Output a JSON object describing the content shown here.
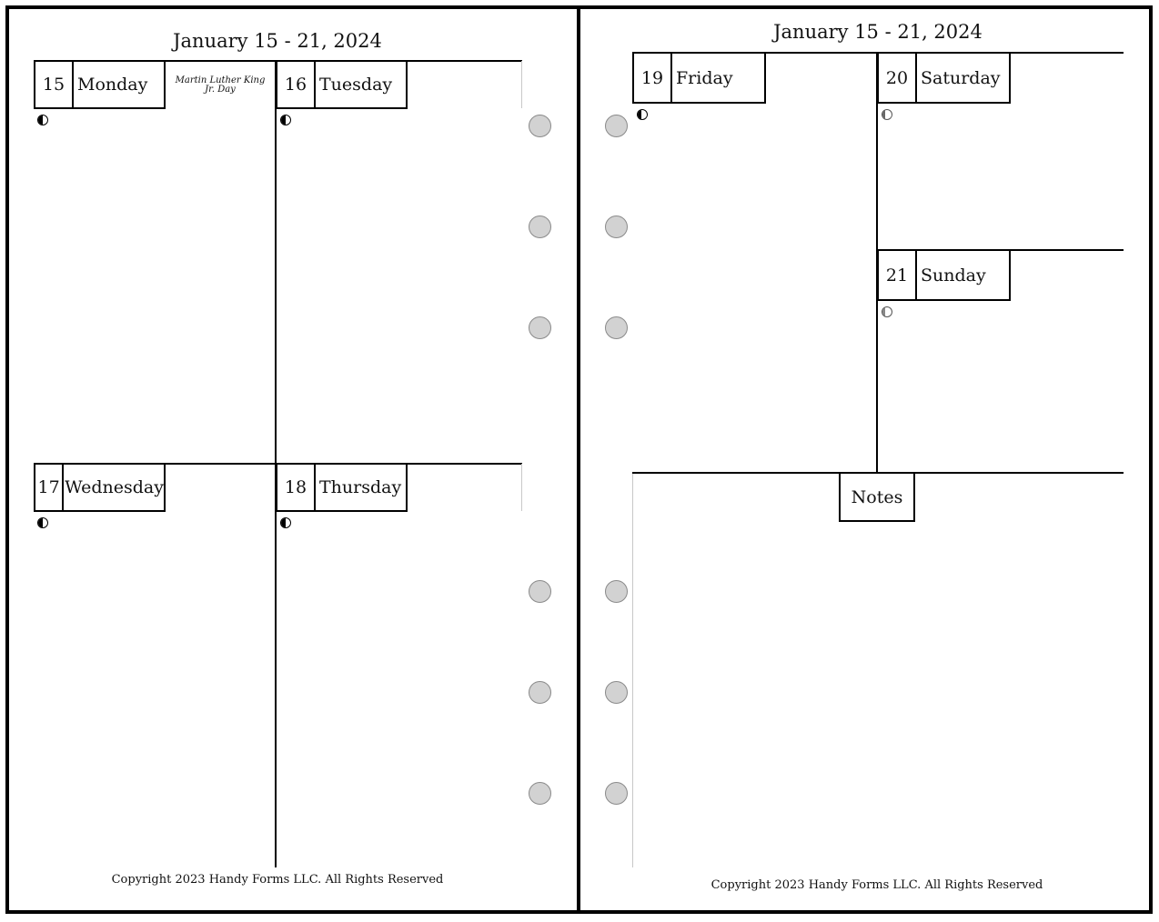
{
  "left_page": {
    "title": "January 15 - 21, 2024",
    "days": [
      {
        "num": "15",
        "name": "Monday",
        "holiday": "Martin Luther King Jr. Day",
        "moon": "first-quarter"
      },
      {
        "num": "16",
        "name": "Tuesday",
        "moon": "first-quarter"
      },
      {
        "num": "17",
        "name": "Wednesday",
        "moon": "first-quarter"
      },
      {
        "num": "18",
        "name": "Thursday",
        "moon": "first-quarter"
      }
    ],
    "copyright": "Copyright 2023 Handy Forms LLC. All Rights Reserved"
  },
  "right_page": {
    "title": "January 15 - 21, 2024",
    "days": [
      {
        "num": "19",
        "name": "Friday",
        "moon": "waxing-gibbous"
      },
      {
        "num": "20",
        "name": "Saturday",
        "moon": "waxing-gibbous"
      },
      {
        "num": "21",
        "name": "Sunday",
        "moon": "waxing-gibbous"
      }
    ],
    "notes_label": "Notes",
    "copyright": "Copyright 2023 Handy Forms LLC. All Rights Reserved"
  },
  "colors": {
    "line": "#000000",
    "hole_fill": "#d2d2d2",
    "hole_border": "#8a8a8a"
  }
}
